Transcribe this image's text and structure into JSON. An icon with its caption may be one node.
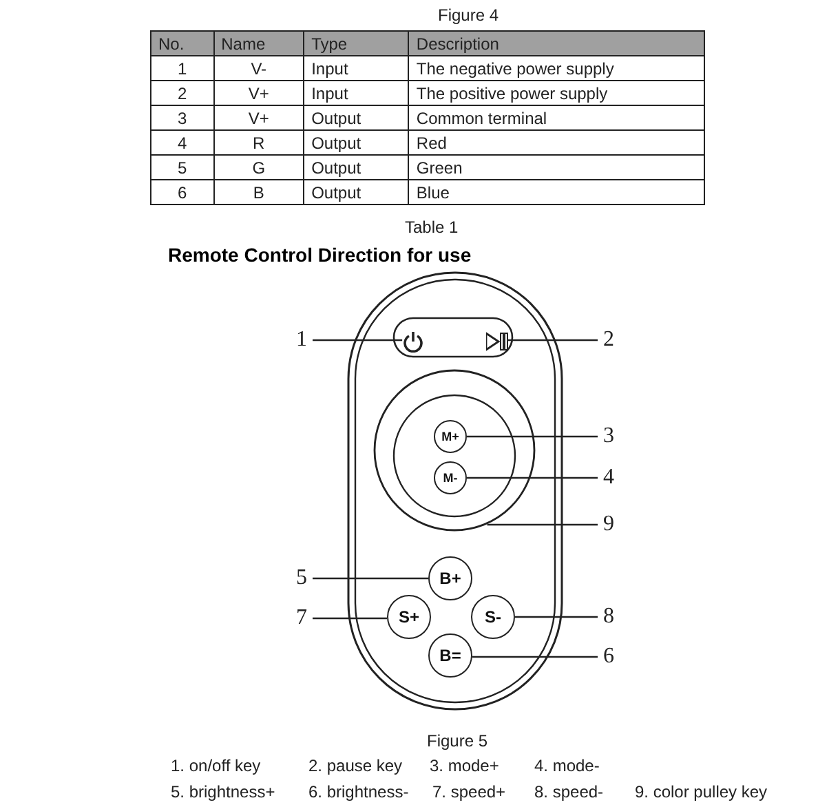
{
  "diagram": {
    "nodes": [
      {
        "text": [
          "1"
        ]
      },
      {
        "text": [],
        "shape": "picture"
      },
      {
        "text": [],
        "shape": "picture"
      },
      {
        "text": [
          "2"
        ]
      },
      {
        "text": [
          "M+"
        ],
        "in": 8
      },
      {
        "text": [
          "3"
        ]
      },
      {
        "text": [
          "M-"
        ],
        "in": 8
      },
      {
        "text": [
          "4"
        ]
      },
      {
        "text": [],
        "shape": "circle"
      },
      {
        "text": [
          "9"
        ]
      },
      {
        "text": [
          "5"
        ]
      },
      {
        "text": [
          "B+"
        ]
      },
      {
        "text": [
          "7"
        ]
      },
      {
        "text": [
          "S+"
        ]
      },
      {
        "text": [
          "S-"
        ]
      },
      {
        "text": [
          "8"
        ]
      },
      {
        "text": [
          "B="
        ]
      },
      {
        "text": [
          "6"
        ]
      }
    ],
    "edges": [
      {
        "from": 0,
        "to": 1,
        "arrow": "none"
      },
      {
        "from": 3,
        "to": 2,
        "arrow": "none"
      },
      {
        "from": 5,
        "to": 4,
        "arrow": "none"
      },
      {
        "from": 7,
        "to": 6,
        "arrow": "none"
      },
      {
        "from": 9,
        "to": 8,
        "arrow": "none"
      },
      {
        "from": 10,
        "to": 11,
        "arrow": "none"
      },
      {
        "from": 12,
        "to": 13,
        "arrow": "none"
      },
      {
        "from": 15,
        "to": 14,
        "arrow": "none"
      },
      {
        "from": 17,
        "to": 16,
        "arrow": "none"
      }
    ],
    "labels": [
      "Figure 4",
      "No.",
      "Name",
      "Type",
      "Description",
      "1",
      "V-",
      "Input",
      "The negative power supply",
      "2",
      "V+",
      "Input",
      "The positive power supply",
      "3",
      "V+",
      "Output",
      "Common terminal",
      "4",
      "R",
      "Output",
      "Red",
      "5",
      "G",
      "Output",
      "Green",
      "6",
      "B",
      "Output",
      "Blue",
      "Table 1",
      "Remote Control Direction for use",
      "Figure 5",
      "1. on/off key",
      "2. pause key",
      "3. mode+",
      "4. mode-",
      "5. brightness+",
      "6. brightness-",
      "7. speed+",
      "8. speed-",
      "9. color pulley key"
    ]
  }
}
